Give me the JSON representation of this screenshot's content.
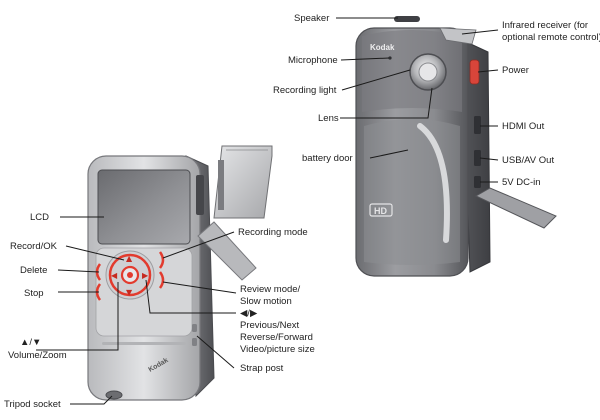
{
  "labels": {
    "lcd": "LCD",
    "record_ok": "Record/OK",
    "delete": "Delete",
    "stop": "Stop",
    "volume_zoom_arrows": "▲/▼",
    "volume_zoom": "Volume/Zoom",
    "tripod_socket": "Tripod socket",
    "recording_mode": "Recording mode",
    "review_mode_1": "Review mode/",
    "review_mode_2": "Slow motion",
    "previous_next_arrows": "◀/▶",
    "previous_next_1": "Previous/Next",
    "previous_next_2": "Reverse/Forward",
    "previous_next_3": "Video/picture size",
    "strap_post": "Strap post",
    "speaker": "Speaker",
    "microphone": "Microphone",
    "recording_light": "Recording light",
    "lens": "Lens",
    "battery_door": "battery door",
    "infrared_1": "Infrared receiver (for",
    "infrared_2": "optional remote control)",
    "power": "Power",
    "hdmi_out": "HDMI Out",
    "usb_av_out": "USB/AV Out",
    "dc_in": "5V DC-in"
  },
  "brand": {
    "front_logo": "Kodak",
    "back_logo": "Kodak",
    "hd_badge": "HD"
  },
  "colors": {
    "body_dark": "#5f6064",
    "body_mid": "#8d8e92",
    "body_light": "#c9cacd",
    "button_red": "#e23b2e",
    "power_red": "#d8453a"
  }
}
